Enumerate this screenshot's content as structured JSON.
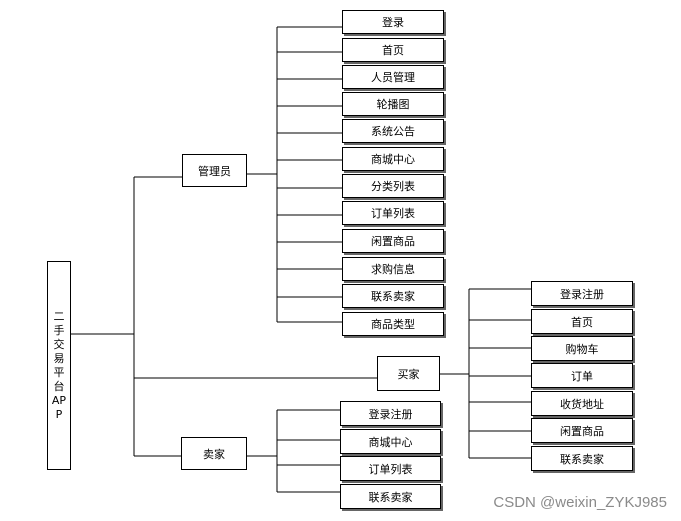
{
  "root": {
    "label_chars": [
      "二",
      "手",
      "交",
      "易",
      "平",
      "台",
      "AP",
      "P"
    ]
  },
  "groups": {
    "admin": {
      "label": "管理员",
      "items": [
        "登录",
        "首页",
        "人员管理",
        "轮播图",
        "系统公告",
        "商城中心",
        "分类列表",
        "订单列表",
        "闲置商品",
        "求购信息",
        "联系卖家",
        "商品类型"
      ]
    },
    "buyer": {
      "label": "买家",
      "items": [
        "登录注册",
        "首页",
        "购物车",
        "订单",
        "收货地址",
        "闲置商品",
        "联系卖家"
      ]
    },
    "seller": {
      "label": "卖家",
      "items": [
        "登录注册",
        "商城中心",
        "订单列表",
        "联系卖家"
      ]
    }
  },
  "watermark": "CSDN @weixin_ZYKJ985"
}
